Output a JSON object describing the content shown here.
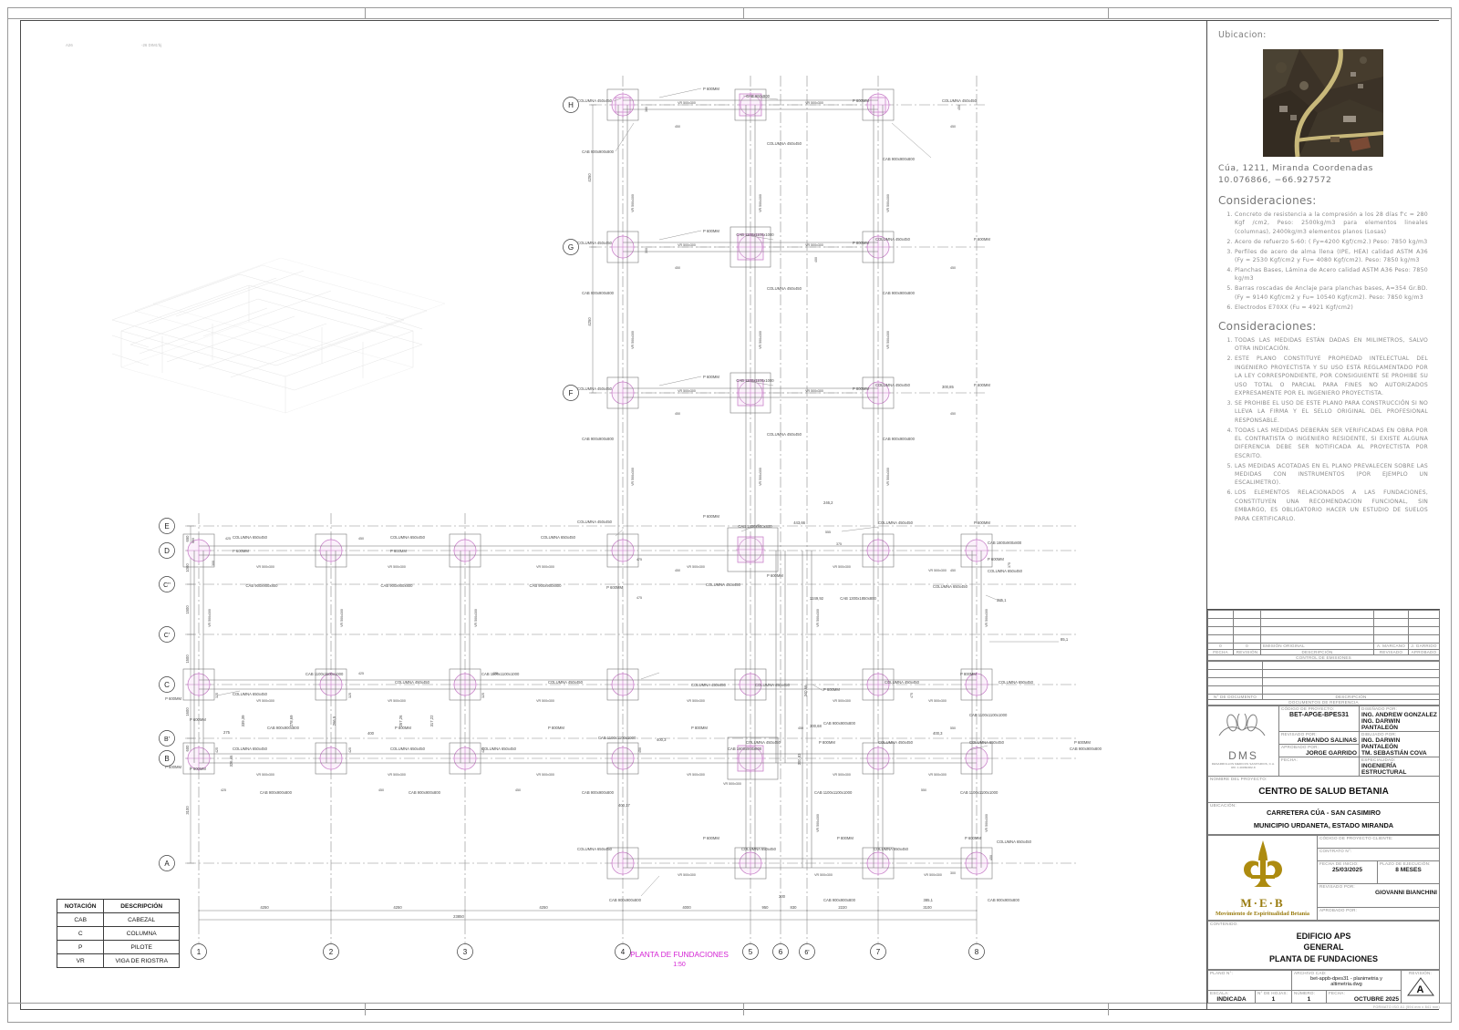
{
  "sheet": {
    "format_note": "FORMATO ISO A1 (594 mm x 841 mm)",
    "corner_left": "A26",
    "corner_right": "-26 DIM1'bj"
  },
  "right_panel": {
    "ubicacion_label": "Ubicacion:",
    "coords_line1": "Cúa, 1211, Miranda Coordenadas",
    "coords_line2": "10.076866, −66.927572",
    "consideraciones_1_title": "Consideraciones:",
    "consideraciones_1": [
      "Concreto de resistencia a la compresión a los 28 días f'c = 280 Kgf /cm2, Peso: 2500kg/m3 para elementos lineales (columnas), 2400kg/m3 elementos planos (Losas)",
      "Acero de refuerzo S-60: ( Fy=4200 Kgf/cm2.)  Peso: 7850 kg/m3",
      "Perfiles de acero de alma llena (IPE, HEA) calidad ASTM A36 (Fy = 2530 Kgf/cm2 y Fu= 4080 Kgf/cm2). Peso: 7850 kg/m3",
      "Planchas Bases, Lámina de Acero calidad ASTM A36 Peso: 7850 kg/m3",
      "Barras roscadas de Anclaje para planchas bases, A=354 Gr.BD. (Fy = 9140 Kgf/cm2 y Fu= 10540 Kgf/cm2). Peso: 7850 kg/m3",
      "Electrodos E70XX (Fu = 4921 Kgf/cm2)"
    ],
    "consideraciones_2_title": "Consideraciones:",
    "consideraciones_2": [
      "TODAS LAS MEDIDAS ESTÁN DADAS EN MILIMETROS, SALVO OTRA INDICACIÓN.",
      "ESTE PLANO CONSTITUYE PROPIEDAD INTELECTUAL DEL INGENIERO PROYECTISTA Y SU USO ESTÁ REGLAMENTADO POR LA LEY CORRESPONDIENTE, POR CONSIGUIENTE SE PROHIBE SU USO TOTAL O PARCIAL PARA FINES NO AUTORIZADOS EXPRESAMENTE POR EL INGENIERO PROYECTISTA.",
      "SE PROHIBE EL USO DE ESTE PLANO PARA CONSTRUCCIÓN SI NO LLEVA LA FIRMA Y EL SELLO ORIGINAL DEL PROFESIONAL RESPONSABLE.",
      "TODAS LAS MEDIDAS DEBERÁN SER VERIFICADAS EN OBRA POR EL CONTRATISTA O INGENIERO RESIDENTE, SI EXISTE ALGUNA DIFERENCIA DEBE SER NOTIFICADA AL PROYECTISTA POR ESCRITO.",
      "LAS MEDIDAS ACOTADAS EN EL PLANO PREVALECEN SOBRE LAS MEDIDAS CON INSTRUMENTOS (POR EJEMPLO UN ESCALIMETRO).",
      "LOS ELEMENTOS RELACIONADOS A LAS FUNDACIONES, CONSTITUYEN UNA RECOMENDACION FUNCIONAL, SIN EMBARGO, ES OBLIGATORIO HACER UN ESTUDIO DE SUELOS PARA CERTIFICARLO."
    ]
  },
  "title_block": {
    "emission": {
      "rows_headers": [
        "FECHA",
        "REVISIÓN",
        "DESCRIPCIÓN",
        "REVISADO",
        "APROBADO"
      ],
      "row": {
        "fecha": "0",
        "revision": "0",
        "descripcion": "EMISIÓN ORIGINAL",
        "revisado": "A. MARCANO",
        "aprobado": "J. GARRIDO"
      },
      "caption": "CONTROL DE EMISIONES"
    },
    "reference_docs": {
      "col1": "N° DE DOCUMENTO",
      "col2": "DESCRIPCIÓN",
      "caption": "DOCUMENTOS DE REFERENCIA"
    },
    "codigo_proyecto_label": "CÓDIGO DE PROYECTO:",
    "codigo_proyecto": "BET-APGE-BPES31",
    "revisado_por_label": "REVISADO POR:",
    "revisado_por": "ARMANDO SALINAS",
    "aprobado_por_label": "APROBADO POR:",
    "aprobado_por": "JORGE GARRIDO",
    "fecha_label": "FECHA:",
    "fecha_value": "",
    "disenado_por_label": "DISEÑADO POR:",
    "disenado_por_1": "ING. ANDREW GONZALEZ",
    "disenado_por_2": "ING. DARWIN PANTALEÓN",
    "dibujado_por_label": "DIBUJADO POR:",
    "dibujado_por_1": "ING. DARWIN PANTALEÓN",
    "dibujado_por_2": "TM. SEBASTIÁN COVA",
    "especialidad_label": "ESPECIALIDAD:",
    "especialidad": "INGENIERÍA ESTRUCTURAL",
    "nombre_proyecto_label": "NOMBRE DEL PROYECTO:",
    "nombre_proyecto": "CENTRO DE SALUD BETANIA",
    "ubicacion_label": "UBICACIÓN:",
    "ubicacion_l1": "CARRETERA CÚA - SAN CASIMIRO",
    "ubicacion_l2": "MUNICIPIO URDANETA, ESTADO MIRANDA",
    "codigo_cliente_label": "CÓDIGO DE PROYECTO CLIENTE:",
    "contrato_label": "CONTRATO N°:",
    "fecha_inicio_label": "FECHA DE INICIO:",
    "fecha_inicio": "25/03/2025",
    "plazo_label": "PLAZO DE EJECUCIÓN:",
    "plazo": "8 MESES",
    "revisado2_label": "REVISADO POR:",
    "revisado2": "GIOVANNI BIANCHINI",
    "aprobado2_label": "APROBADO POR:",
    "contenido_label": "CONTENIDO:",
    "contenido_l1": "EDIFICIO APS",
    "contenido_l2": "GENERAL",
    "contenido_l3": "PLANTA DE FUNDACIONES",
    "plano_n_label": "PLANO N°:",
    "archivo_cad_label": "ARCHIVO CAD:",
    "archivo_cad": "bet-appb-dpes31 - planimetria y altimetria.dwg",
    "revision_label": "REVISIÓN:",
    "revision_value": "A",
    "escala_label": "ESCALA:",
    "escala": "INDICADA",
    "hojas_label": "N° DE HOJAS:",
    "hojas": "1",
    "numero_label": "NÚMERO:",
    "numero": "1",
    "fecha2_label": "FECHA:",
    "fecha2": "OCTUBRE 2025",
    "dms_logo_name": "DMS",
    "dms_logo_sub": "DESARROLLOS MEDICOS SANITARIOS, C.A.  RIF J-40060382-8",
    "meb_logo_name": "M·E·B",
    "meb_logo_sub": "Movimiento de Espiritualidad Betania"
  },
  "legend": {
    "headers": [
      "NOTACIÓN",
      "DESCRIPCIÓN"
    ],
    "rows": [
      [
        "CAB",
        "CABEZAL"
      ],
      [
        "C",
        "COLUMNA"
      ],
      [
        "P",
        "PILOTE"
      ],
      [
        "VR",
        "VIGA DE RIOSTRA"
      ]
    ]
  },
  "plan": {
    "caption_title": "PLANTA DE FUNDACIONES",
    "caption_scale": "1:50",
    "grid_letters": [
      "H",
      "G",
      "F",
      "E",
      "D",
      "C''",
      "C'",
      "C",
      "B'",
      "B",
      "A"
    ],
    "grid_numbers": [
      "1",
      "2",
      "3",
      "4",
      "5",
      "6",
      "6'",
      "7",
      "8"
    ],
    "dims_bottom": [
      "4250",
      "4250",
      "4250",
      "4000",
      "950",
      "830",
      "2220",
      "3100"
    ],
    "dims_bottom_total": "23850",
    "dims_left": [
      "650",
      "1000",
      "1500",
      "1500",
      "1600",
      "600",
      "3100"
    ],
    "dims_vertical_right": [
      "4250",
      "4250"
    ],
    "labels": {
      "columna_450": "COLUMNA 450x450",
      "columna_650": "COLUMNA 650x450",
      "cab_900": "CAB 900x900x800",
      "cab_900_short": "CAB 900x900",
      "cab_1100": "CAB 1100x1100x1000",
      "cab_1800": "CAB 1800x900x800",
      "cab_1300": "CAB 1300x1850x800",
      "vr_500": "VR 500x300",
      "pilote_600": "P 600MM",
      "pilote_800": "P 800MM"
    },
    "small_dims": [
      "300",
      "450",
      "425",
      "325",
      "275",
      "600",
      "550",
      "375",
      "555",
      "475",
      "385,1",
      "300,85",
      "400,3",
      "400,17",
      "400,68",
      "443,66",
      "246,2",
      "1249,92",
      "85,1",
      "317,22",
      "339,39",
      "278,69",
      "257,26",
      "326,46",
      "340,66",
      "267,54"
    ]
  }
}
